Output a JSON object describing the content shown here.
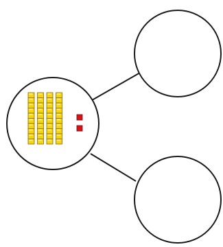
{
  "diagram": {
    "type": "number-bond",
    "whole": {
      "tens_rods": 4,
      "ones_cubes": 2,
      "cubes_per_rod": 10
    },
    "parts": [
      {
        "value": ""
      },
      {
        "value": ""
      }
    ]
  },
  "colors": {
    "background": "#ffffff",
    "outline": "#1a1a1a",
    "rod_fill": "#f6d40e",
    "rod_stroke": "#8a6d00",
    "cube_fill": "#d8141a",
    "cube_stroke": "#6e0a0c"
  }
}
